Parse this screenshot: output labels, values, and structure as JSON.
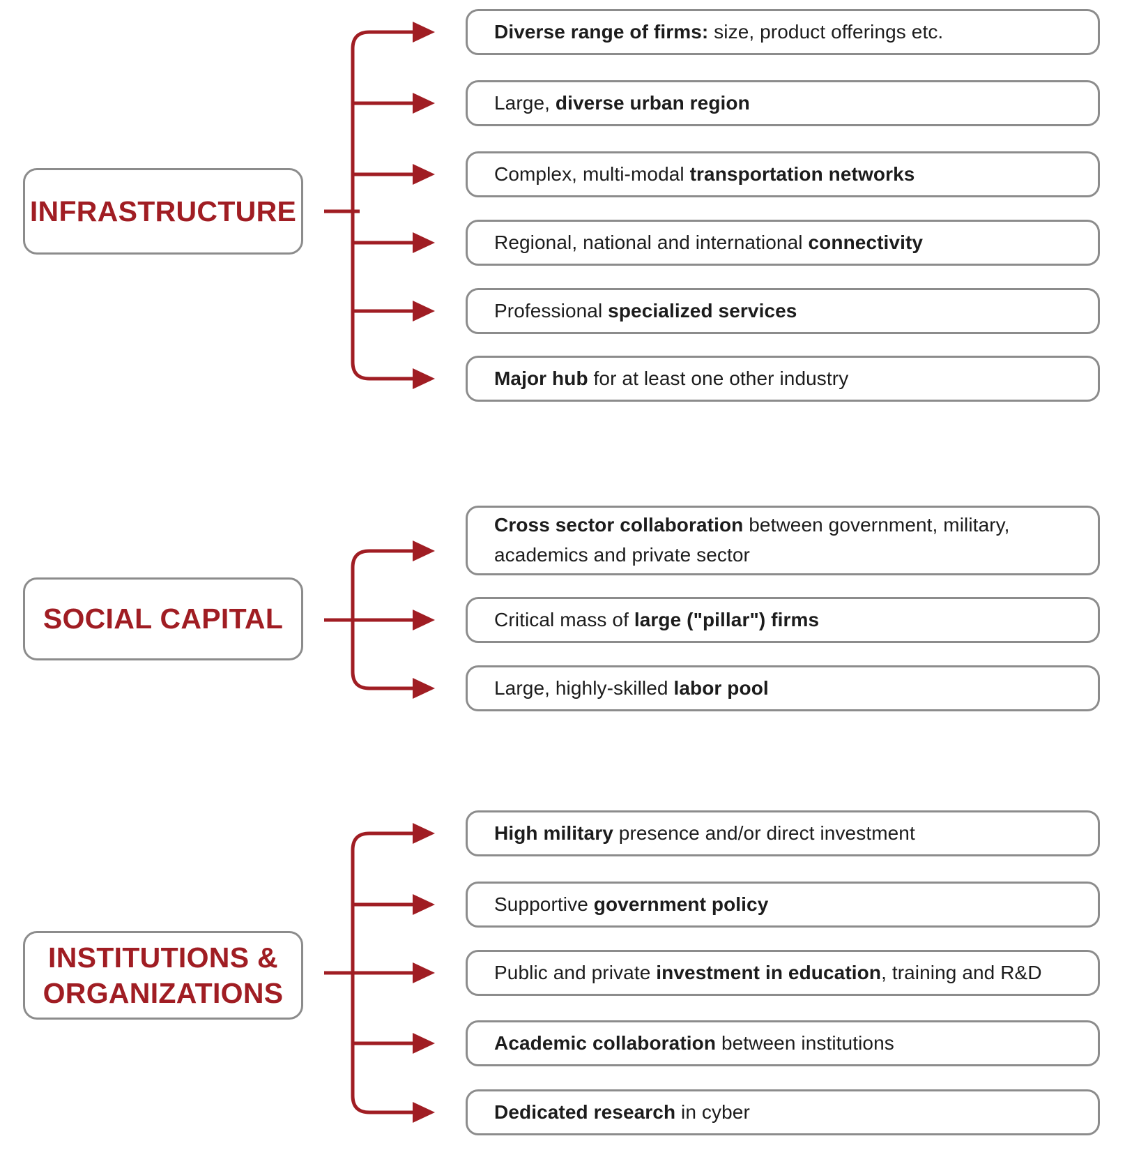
{
  "colors": {
    "accent": "#A01D23",
    "box_border": "#8C8C8C",
    "text": "#1C1C1C"
  },
  "groups": [
    {
      "id": "infrastructure",
      "category": "INFRASTRUCTURE",
      "items": [
        {
          "segments": [
            {
              "text": "Diverse range of firms:",
              "bold": true
            },
            {
              "text": " size, product offerings etc.",
              "bold": false
            }
          ]
        },
        {
          "segments": [
            {
              "text": "Large, ",
              "bold": false
            },
            {
              "text": "diverse urban region",
              "bold": true
            }
          ]
        },
        {
          "segments": [
            {
              "text": "Complex, multi-modal ",
              "bold": false
            },
            {
              "text": "transportation networks",
              "bold": true
            }
          ]
        },
        {
          "segments": [
            {
              "text": "Regional, national and international ",
              "bold": false
            },
            {
              "text": "connectivity",
              "bold": true
            }
          ]
        },
        {
          "segments": [
            {
              "text": "Professional ",
              "bold": false
            },
            {
              "text": "specialized services",
              "bold": true
            }
          ]
        },
        {
          "segments": [
            {
              "text": "Major hub",
              "bold": true
            },
            {
              "text": " for at least one other industry",
              "bold": false
            }
          ]
        }
      ]
    },
    {
      "id": "social-capital",
      "category": "SOCIAL CAPITAL",
      "items": [
        {
          "segments": [
            {
              "text": "Cross sector collaboration",
              "bold": true
            },
            {
              "text": " between government, military, academics and private sector",
              "bold": false
            }
          ]
        },
        {
          "segments": [
            {
              "text": "Critical mass of ",
              "bold": false
            },
            {
              "text": "large (\"pillar\") firms",
              "bold": true
            }
          ]
        },
        {
          "segments": [
            {
              "text": "Large, highly-skilled ",
              "bold": false
            },
            {
              "text": "labor pool",
              "bold": true
            }
          ]
        }
      ]
    },
    {
      "id": "institutions-organizations",
      "category": "INSTITUTIONS & ORGANIZATIONS",
      "items": [
        {
          "segments": [
            {
              "text": "High military",
              "bold": true
            },
            {
              "text": " presence and/or direct investment",
              "bold": false
            }
          ]
        },
        {
          "segments": [
            {
              "text": "Supportive ",
              "bold": false
            },
            {
              "text": "government policy",
              "bold": true
            }
          ]
        },
        {
          "segments": [
            {
              "text": "Public and private ",
              "bold": false
            },
            {
              "text": "investment in education",
              "bold": true
            },
            {
              "text": ", training and R&D",
              "bold": false
            }
          ]
        },
        {
          "segments": [
            {
              "text": "Academic collaboration",
              "bold": true
            },
            {
              "text": " between institutions",
              "bold": false
            }
          ]
        },
        {
          "segments": [
            {
              "text": "Dedicated research",
              "bold": true
            },
            {
              "text": " in cyber",
              "bold": false
            }
          ]
        }
      ]
    }
  ]
}
